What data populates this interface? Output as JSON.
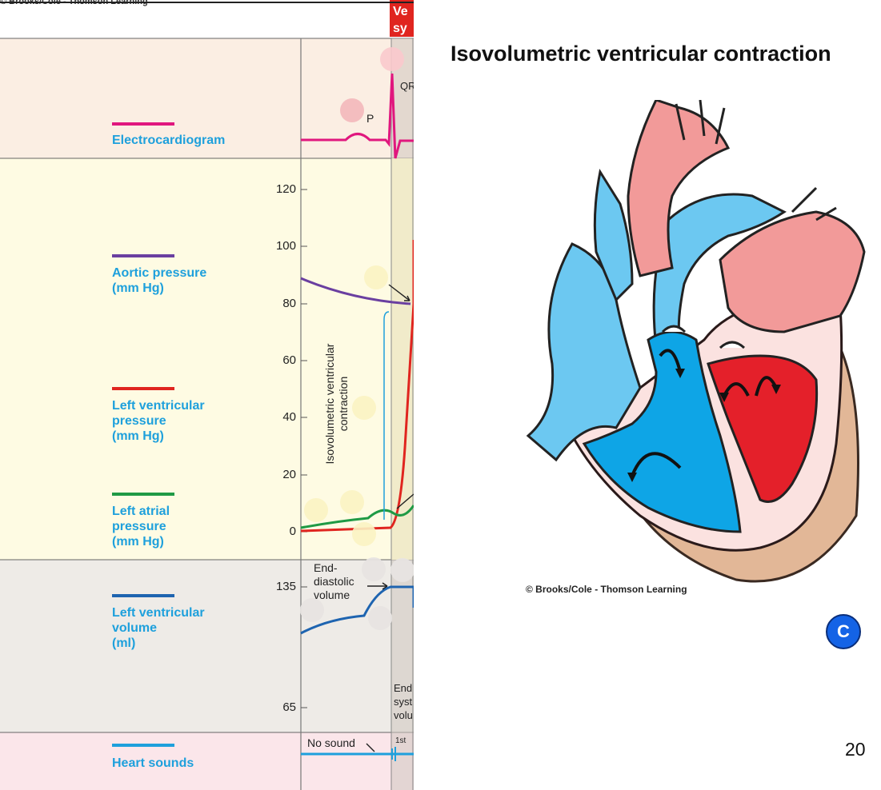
{
  "slide": {
    "title": "Isovolumetric ventricular contraction",
    "page_number": "20",
    "badge": "C",
    "credit": "© Brooks/Cole - Thomson Learning"
  },
  "graph": {
    "credit": "© Brooks/Cole - Thomson Learning",
    "phase_header": "Ve\nsy",
    "ecg_label": "Electrocardiogram",
    "ecg_p": "P",
    "ecg_qrs": "QR",
    "aortic_label": "Aortic pressure\n(mm Hg)",
    "lv_pressure_label": "Left ventricular\npressure\n(mm Hg)",
    "atrial_label": "Left atrial\npressure\n(mm Hg)",
    "lv_volume_label": "Left ventricular\nvolume\n(ml)",
    "heart_sounds_label": "Heart sounds",
    "pressure_ticks": [
      "120",
      "100",
      "80",
      "60",
      "40",
      "20",
      "0"
    ],
    "volume_ticks": [
      "135",
      "65"
    ],
    "iso_label": "Isovolumetric ventricular\ncontraction",
    "edv_label": "End-\ndiastolic\nvolume",
    "esv_label": "End\nsyst\nvolu",
    "no_sound": "No sound",
    "first_sound": "1st",
    "colors": {
      "ecg": "#e0177e",
      "aortic": "#6a3fa0",
      "lv_pressure": "#e0251f",
      "atrial": "#1f9a45",
      "volume": "#1e64b0",
      "sounds": "#1ea0dc"
    }
  }
}
